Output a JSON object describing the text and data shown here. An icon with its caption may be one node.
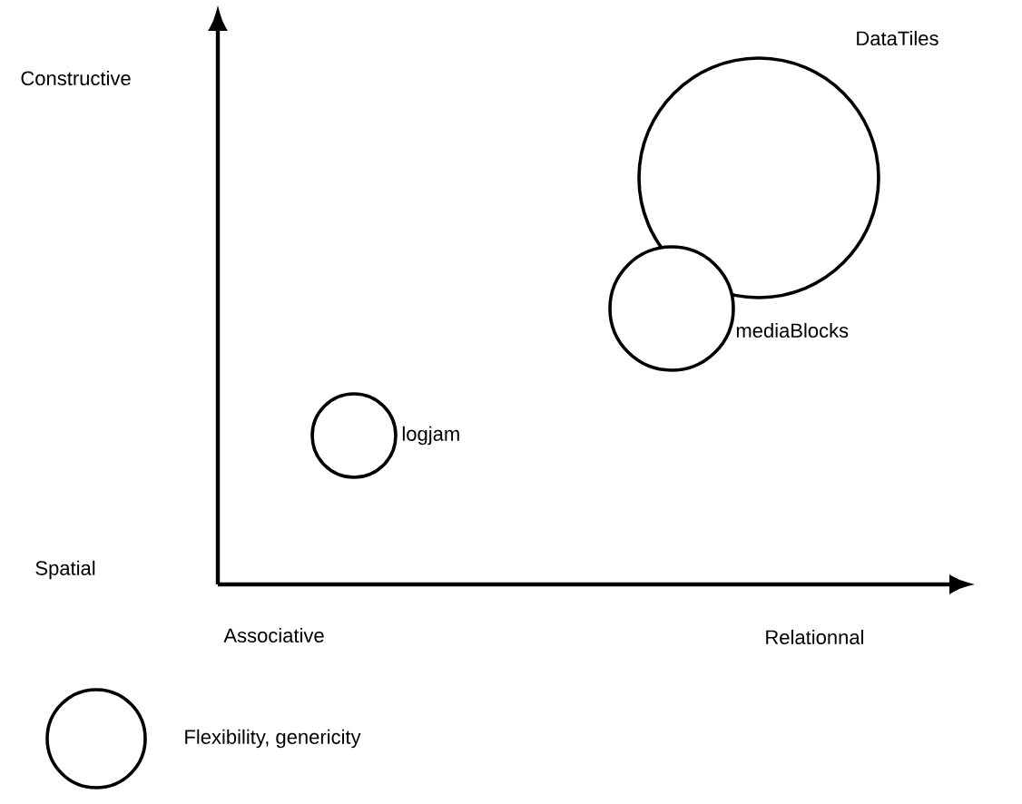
{
  "diagram": {
    "nodes": [
      {
        "text": [],
        "shape": "circle",
        "beside": [
          "DataTiles"
        ]
      },
      {
        "text": [],
        "shape": "circle",
        "beside": [
          "mediaBlocks"
        ]
      },
      {
        "text": [],
        "shape": "circle",
        "beside": [
          "logjam"
        ]
      }
    ],
    "edges": [],
    "labels": [
      "Constructive",
      "Spatial",
      "Associative",
      "Relationnal"
    ],
    "legend": [
      {
        "text": "Flexibility, genericity"
      }
    ]
  }
}
